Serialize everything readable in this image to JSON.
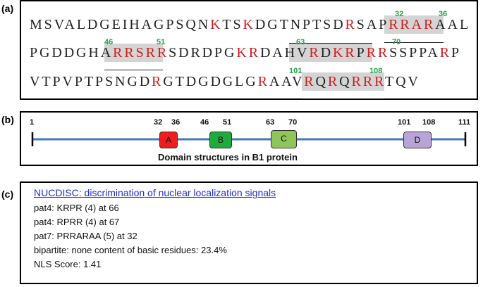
{
  "panel_labels": {
    "a": "(a)",
    "b": "(b)",
    "c": "(c)"
  },
  "sequence": {
    "line1": [
      "MSVALDGEIHAGPSQN",
      "K",
      "TS",
      "K",
      "DGTNPTSD",
      "R",
      "SAP",
      "RRAR",
      "AAL"
    ],
    "line2": [
      "PGDDGHA",
      "RRSRR",
      "SDRDPG",
      "KR",
      "DAHV",
      "R",
      "D",
      "KR",
      "P",
      "RR",
      "SSPPA",
      "R",
      "P"
    ],
    "line3": [
      "VTPVPTPSNGD",
      "R",
      "GTDGDGLG",
      "R",
      "AAV",
      "R",
      "Q",
      "R",
      "Q",
      "RRR",
      "TQV"
    ],
    "positions": {
      "p32": "32",
      "p36": "36",
      "p46": "46",
      "p51": "51",
      "p63": "63",
      "p70": "70",
      "p101": "101",
      "p108": "108"
    }
  },
  "domains": {
    "start": "1",
    "end": "111",
    "items": [
      {
        "label": "A",
        "start": "32",
        "end": "36",
        "color": "#ee1c1c"
      },
      {
        "label": "B",
        "start": "46",
        "end": "51",
        "color": "#1eaa3c"
      },
      {
        "label": "C",
        "start": "63",
        "end": "70",
        "color": "#8fc65a"
      },
      {
        "label": "D",
        "start": "101",
        "end": "108",
        "color": "#b8a5d6"
      }
    ],
    "title": "Domain structures in B1 protein",
    "line_color": "#3f79c6"
  },
  "nucdisc": {
    "link": "NUCDISC: discrimination of nuclear localization signals",
    "lines": [
      "pat4: KRPR (4) at 66",
      "pat4: RPRR (4) at 67",
      "pat7: PRRARAA (5) at 32",
      "bipartite: none content of basic residues: 23.4%",
      "NLS Score: 1.41"
    ]
  }
}
